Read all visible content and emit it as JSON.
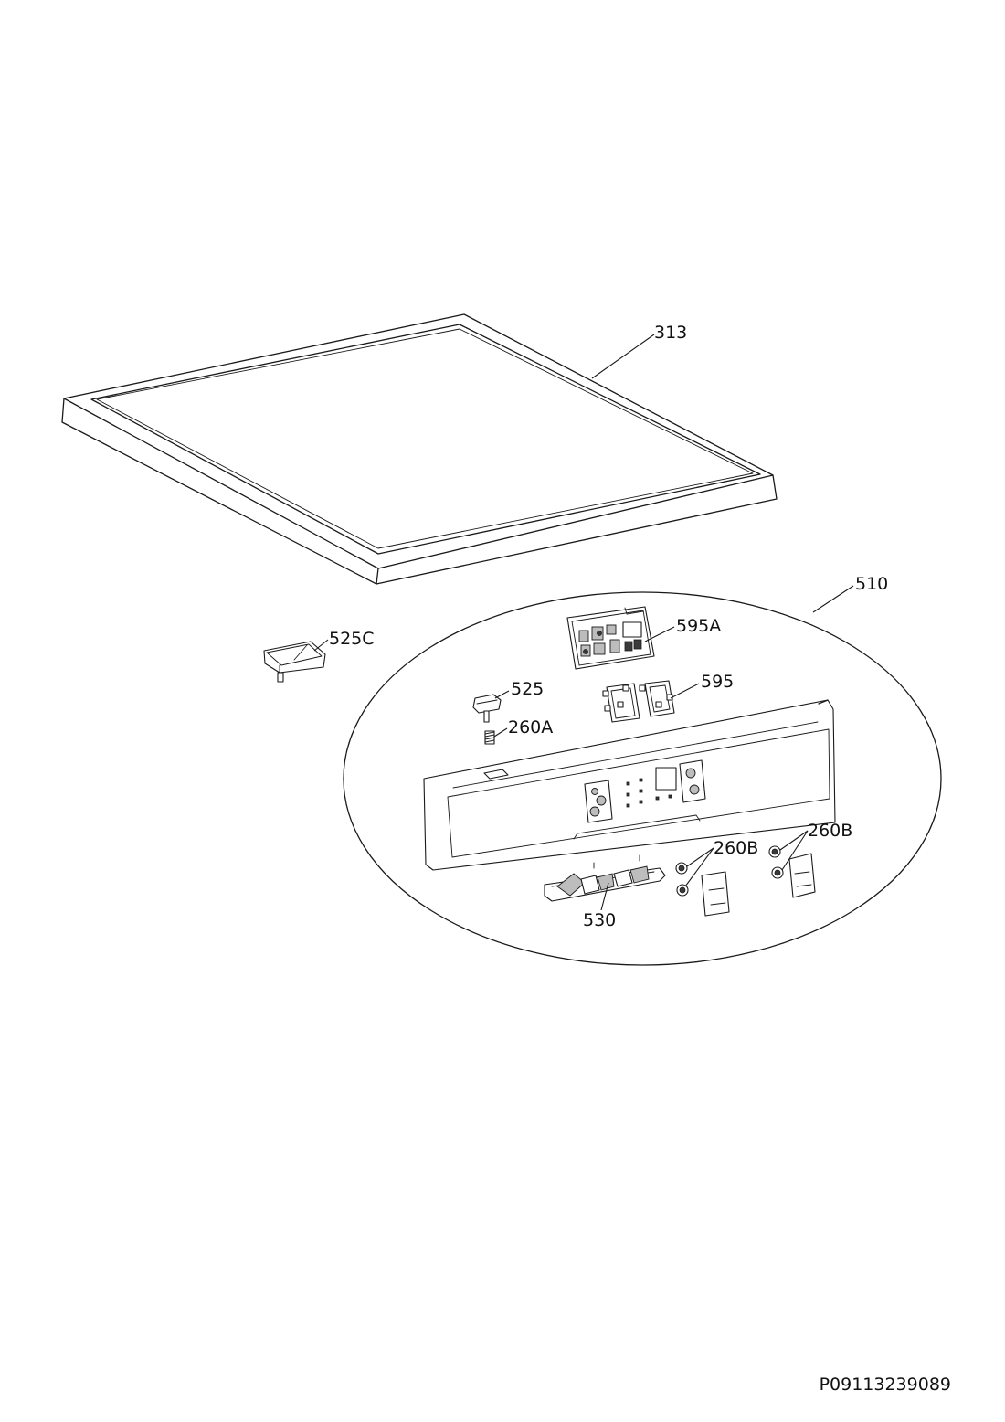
{
  "diagram": {
    "parts": [
      {
        "id": "p313",
        "label": "313"
      },
      {
        "id": "p510",
        "label": "510"
      },
      {
        "id": "p525C",
        "label": "525C"
      },
      {
        "id": "p595A",
        "label": "595A"
      },
      {
        "id": "p525",
        "label": "525"
      },
      {
        "id": "p595",
        "label": "595"
      },
      {
        "id": "p260A",
        "label": "260A"
      },
      {
        "id": "p260B_1",
        "label": "260B"
      },
      {
        "id": "p260B_2",
        "label": "260B"
      },
      {
        "id": "p530",
        "label": "530"
      }
    ],
    "document_code": "P09113239089"
  }
}
